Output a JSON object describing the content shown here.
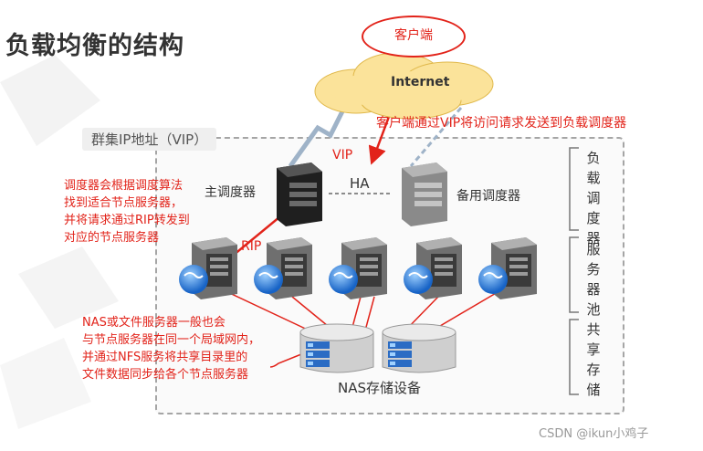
{
  "title": "负载均衡的结构",
  "client_label": "客户端",
  "internet_label": "Internet",
  "vip_cluster_label": "群集IP地址（VIP）",
  "vip_label": "VIP",
  "ha_label": "HA",
  "rip_label": "RIP",
  "main_scheduler_label": "主调度器",
  "backup_scheduler_label": "备用调度器",
  "nas_label": "NAS存储设备",
  "annotation_client": "客户端通过VIP将访问请求发送到负载调度器",
  "annotation_scheduler": [
    "调度器会根据调度算法",
    "找到适合节点服务器，",
    "并将请求通过RIP转发到",
    "对应的节点服务器"
  ],
  "annotation_nas": [
    "NAS或文件服务器一般也会",
    "与节点服务器在同一个局域网内，",
    "并通过NFS服务将共享目录里的",
    "文件数据同步给各个节点服务器"
  ],
  "side_labels": {
    "balancer": "负载调度器",
    "pool": "服务器池",
    "storage": "共享存储"
  },
  "watermark": "CSDN @ikun小鸡子",
  "colors": {
    "accent_red": "#e2231a",
    "cloud": "#fbe39a",
    "server_dark": "#1f1f1f",
    "server_grey": "#8a8a8a"
  }
}
